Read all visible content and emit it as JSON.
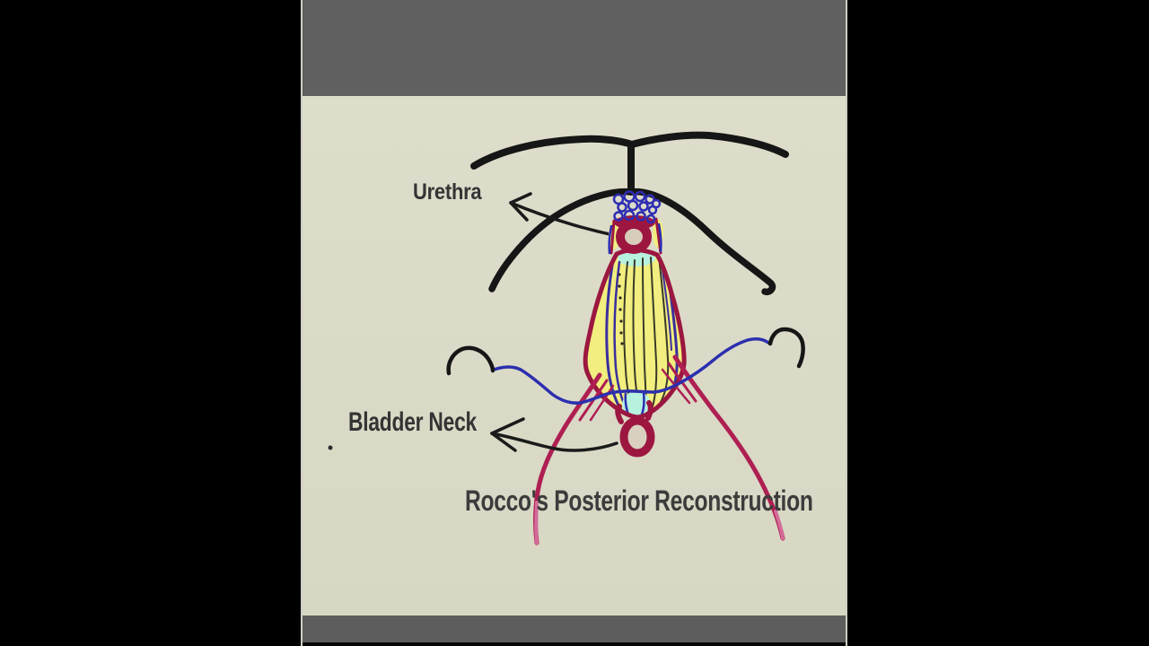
{
  "scene": {
    "kind": "letterboxed video frame of a hand-drawn surgical diagram",
    "caption": "Rocco's Posterior Reconstruction"
  },
  "labels": {
    "urethra": "Urethra",
    "bladder_neck": "Bladder Neck",
    "caption": "Rocco's Posterior Reconstruction"
  },
  "figure": {
    "type": "hand-drawn anatomical sketch",
    "structures": [
      "pubic-arch",
      "urethra-cross-section-ring",
      "periurethral-blue-scribbles",
      "striated-sphincter-cone",
      "posterior-suture-line",
      "bladder-neck-ring",
      "lateral-pedicle-legs",
      "urethra-pointer-arrow",
      "bladder-neck-pointer-arrow"
    ]
  },
  "colors": {
    "background_black": "#000000",
    "bar_gray": "#606060",
    "canvas_beige": "#dcdbc8",
    "ink_black": "#1a1a1a",
    "maroon": "#9c1640",
    "crimson_leg": "#ae1f52",
    "pink_fade": "#d46b99",
    "blue": "#2b2fae",
    "stripe_blue": "#3a2f9e",
    "yellow": "#f2ee7f",
    "cyan": "#b6f2de",
    "label_text": "#343434"
  }
}
